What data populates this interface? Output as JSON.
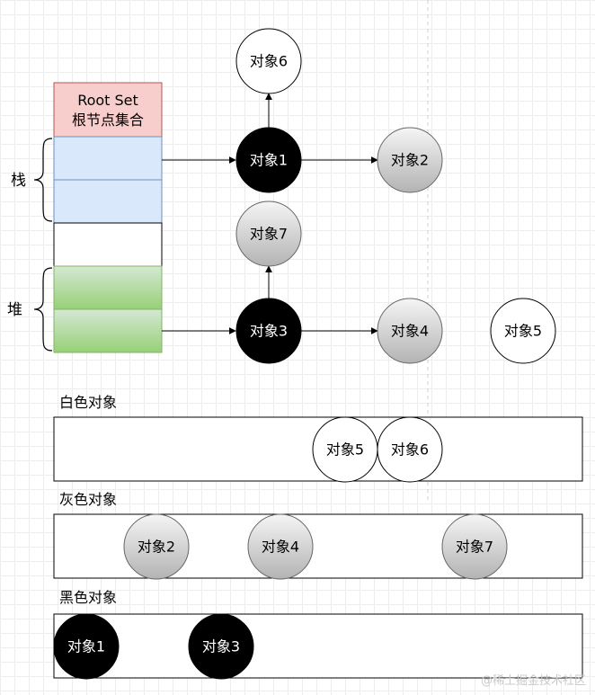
{
  "root_set": {
    "line1": "Root Set",
    "line2": "根节点集合"
  },
  "labels": {
    "stack": "栈",
    "heap": "堆"
  },
  "objects": {
    "o1": "对象1",
    "o2": "对象2",
    "o3": "对象3",
    "o4": "对象4",
    "o5": "对象5",
    "o6": "对象6",
    "o7": "对象7"
  },
  "sections": {
    "white": {
      "title": "白色对象",
      "items": [
        "对象5",
        "对象6"
      ]
    },
    "gray": {
      "title": "灰色对象",
      "items": [
        "对象2",
        "对象4",
        "对象7"
      ]
    },
    "black": {
      "title": "黑色对象",
      "items": [
        "对象1",
        "对象3"
      ]
    }
  },
  "watermark": "@稀土掘金技术社区",
  "colors": {
    "root_fill": "#f8cecc",
    "root_stroke": "#b85450",
    "stack_fill": "#dae8fc",
    "stack_stroke": "#6c8ebf",
    "heap_fill_top": "#d5e8d4",
    "heap_fill_bottom": "#97d077",
    "heap_stroke": "#82b366",
    "black": "#000000",
    "gray_top": "#f5f5f5",
    "gray_bottom": "#b3b3b3",
    "white": "#ffffff"
  }
}
